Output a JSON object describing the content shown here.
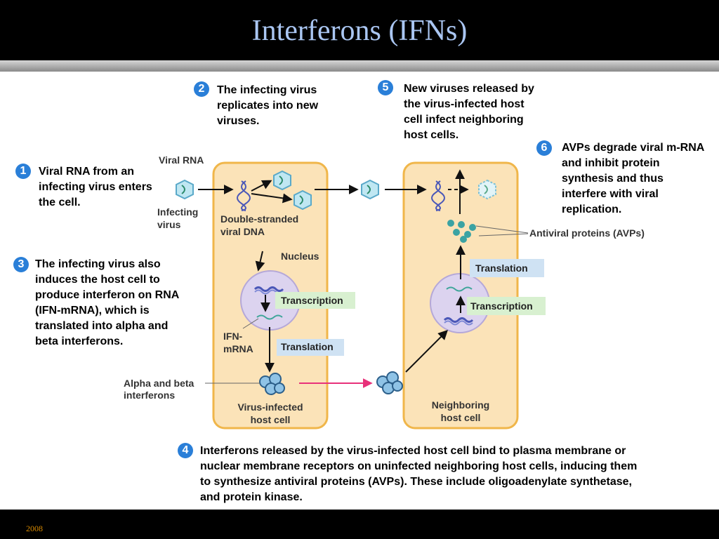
{
  "title": "Interferons (IFNs)",
  "footer_year": "2008",
  "colors": {
    "badge": "#2a7fd8",
    "cell_fill": "#fbe3b8",
    "cell_stroke": "#f0b64a",
    "nucleus_fill": "#dcd3ef",
    "protein": "#3ba3a3",
    "interferon_arrow": "#e8317a",
    "translation_box": "#cfe2f3",
    "transcription_box": "#d8f0d0"
  },
  "steps": {
    "s1": {
      "num": "1",
      "text": "Viral RNA from an infecting virus enters the cell."
    },
    "s2": {
      "num": "2",
      "text": "The infecting virus replicates into new viruses."
    },
    "s3": {
      "num": "3",
      "text": "The infecting virus also induces the host cell to produce interferon on RNA (IFN-mRNA), which is translated into alpha and beta interferons."
    },
    "s4": {
      "num": "4",
      "text": "Interferons released by the virus-infected host cell bind to plasma membrane or nuclear membrane receptors on uninfected neighboring host cells, inducing them to synthesize antiviral proteins (AVPs). These include oligoadenylate synthetase, and protein kinase."
    },
    "s5": {
      "num": "5",
      "text": "New viruses released by the virus-infected host cell infect neighboring host cells."
    },
    "s6": {
      "num": "6",
      "text": "AVPs degrade viral m-RNA and inhibit protein synthesis and thus interfere with viral replication."
    }
  },
  "diagram": {
    "viral_rna": "Viral RNA",
    "infecting_virus_1": "Infecting",
    "infecting_virus_2": "virus",
    "dsdna_1": "Double-stranded",
    "dsdna_2": "viral DNA",
    "nucleus": "Nucleus",
    "transcription": "Transcription",
    "translation": "Translation",
    "ifn_mrna_1": "IFN-",
    "ifn_mrna_2": "mRNA",
    "alpha_beta_1": "Alpha and beta",
    "alpha_beta_2": "interferons",
    "infected_cell_1": "Virus-infected",
    "infected_cell_2": "host cell",
    "neighbor_cell_1": "Neighboring",
    "neighbor_cell_2": "host cell",
    "avps": "Antiviral proteins (AVPs)"
  }
}
